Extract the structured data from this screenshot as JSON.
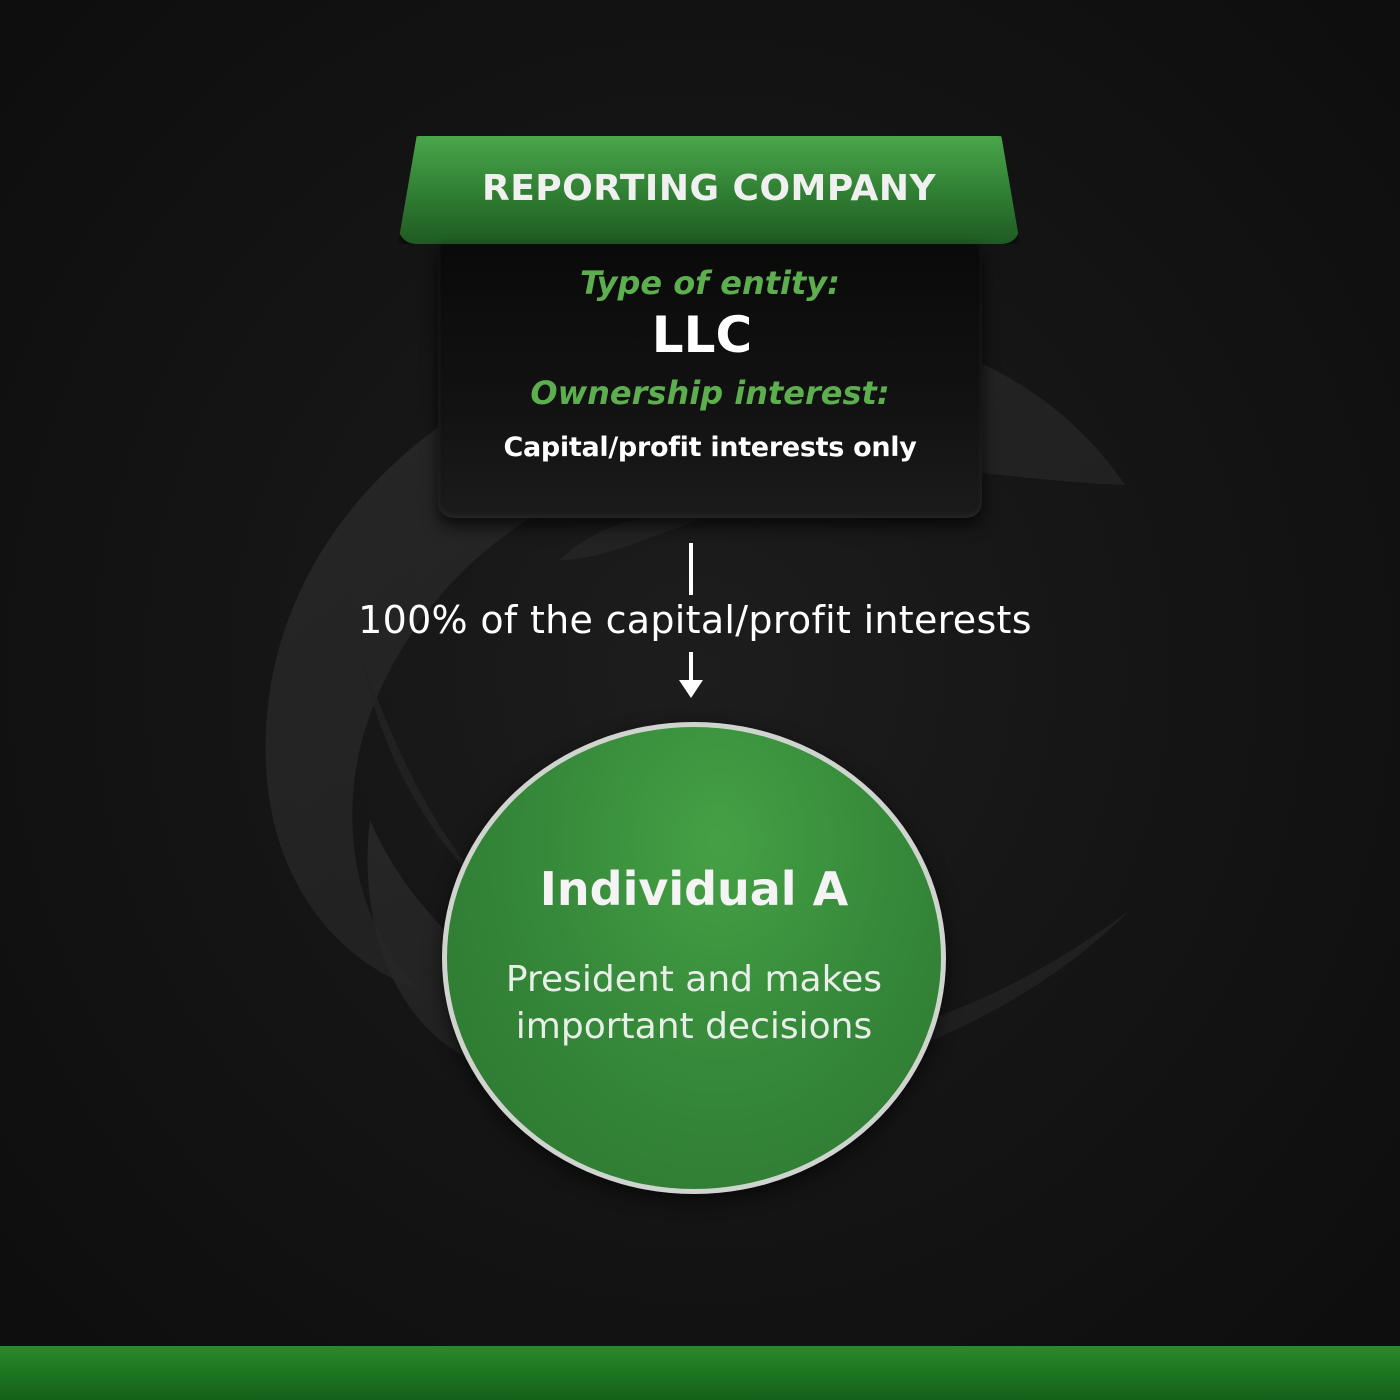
{
  "header": {
    "title": "REPORTING COMPANY"
  },
  "entity": {
    "type_label": "Type of entity:",
    "type_value": "LLC",
    "ownership_label": "Ownership interest:",
    "ownership_value": "Capital/profit interests only"
  },
  "connector": {
    "label": "100% of the capital/profit interests"
  },
  "owner": {
    "name": "Individual A",
    "description": "President and makes important decisions"
  },
  "colors": {
    "accent_green": "#2f7d32",
    "label_green": "#5cae4f",
    "background": "#151515"
  },
  "icons": {
    "watermark": "swirl-logo-watermark",
    "arrow": "arrow-down-icon"
  }
}
